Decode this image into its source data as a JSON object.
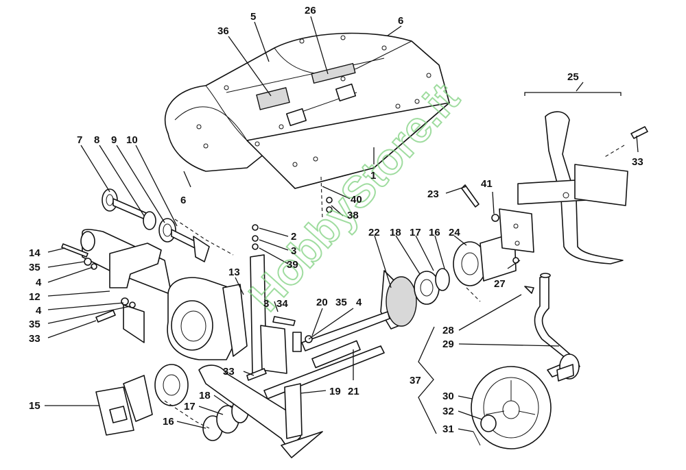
{
  "watermark": "HobbyStore.it",
  "labels": [
    "36",
    "5",
    "26",
    "6",
    "6",
    "1",
    "7",
    "8",
    "9",
    "10",
    "40",
    "38",
    "25",
    "33",
    "23",
    "41",
    "2",
    "3",
    "39",
    "14",
    "35",
    "4",
    "12",
    "4",
    "35",
    "33",
    "13",
    "3",
    "34",
    "20",
    "35",
    "4",
    "22",
    "18",
    "17",
    "16",
    "24",
    "27",
    "28",
    "29",
    "37",
    "19",
    "21",
    "33",
    "15",
    "18",
    "17",
    "16",
    "30",
    "32",
    "31"
  ],
  "colors": {
    "line": "#111111",
    "watermark": "#7fd17f",
    "background": "#ffffff"
  }
}
